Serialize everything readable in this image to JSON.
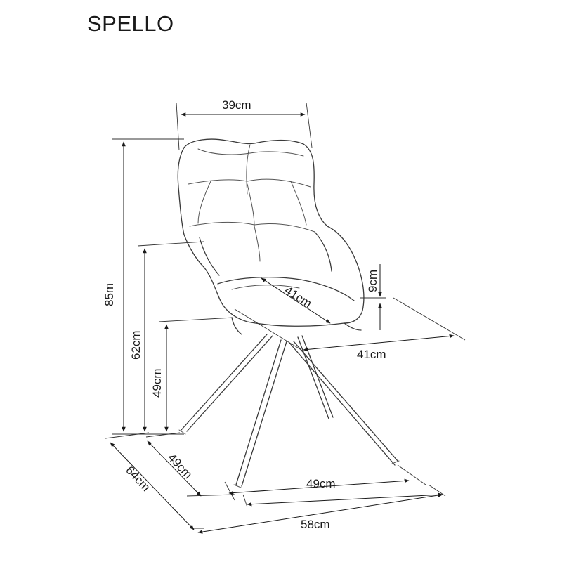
{
  "product": {
    "name": "SPELLO"
  },
  "dimensions": {
    "seat_width_top": "39cm",
    "total_height": "85m",
    "armrest_height": "62cm",
    "seat_height": "49cm",
    "seat_depth": "41cm",
    "arm_height": "9cm",
    "seat_width": "41cm",
    "base_depth": "49cm",
    "total_depth": "64cm",
    "base_width": "49cm",
    "total_width": "58cm"
  },
  "colors": {
    "line": "#1a1a1a",
    "background": "#ffffff"
  }
}
